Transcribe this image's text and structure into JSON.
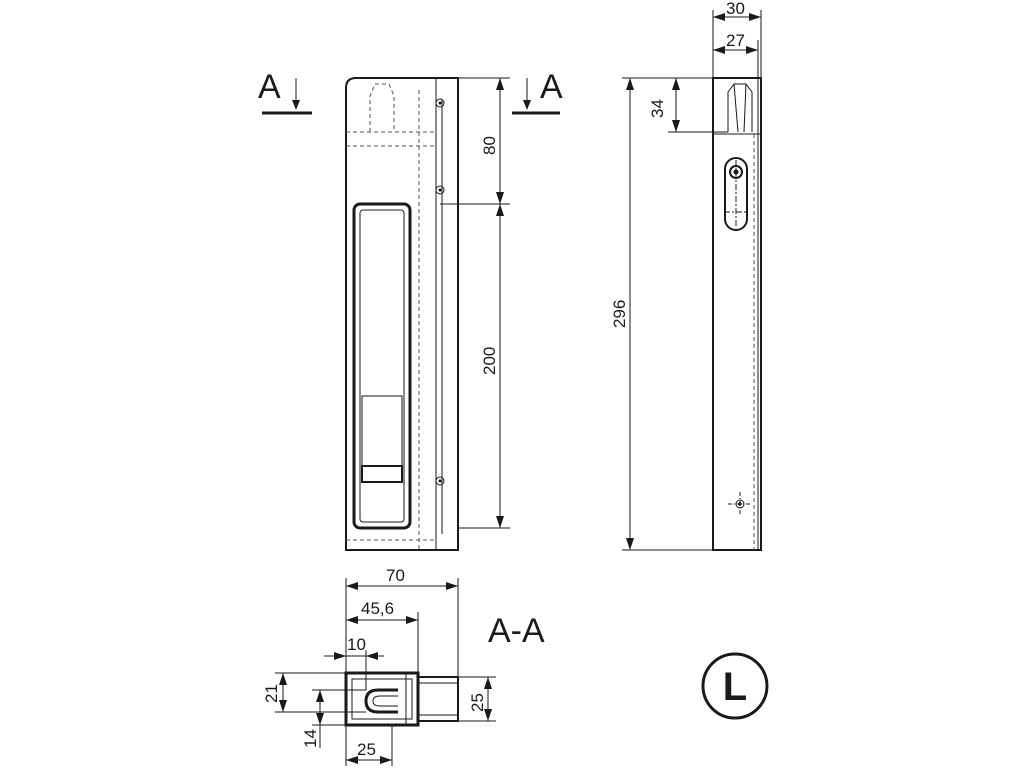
{
  "section_marks": {
    "left": "A",
    "right": "A",
    "section_title": "A-A"
  },
  "handing_symbol": "L",
  "front_view": {
    "dim_top_spacing": "80",
    "dim_lower_spacing": "200"
  },
  "side_view": {
    "dim_outer_width": "30",
    "dim_inner_width": "27",
    "dim_top_block": "34",
    "dim_total_height": "296"
  },
  "section_view": {
    "dim_overall_width": "70",
    "dim_inner_depth": "45,6",
    "dim_slot_width": "10",
    "dim_height_left": "21",
    "dim_offset": "14",
    "dim_bottom_width": "25",
    "dim_height_right": "25"
  }
}
